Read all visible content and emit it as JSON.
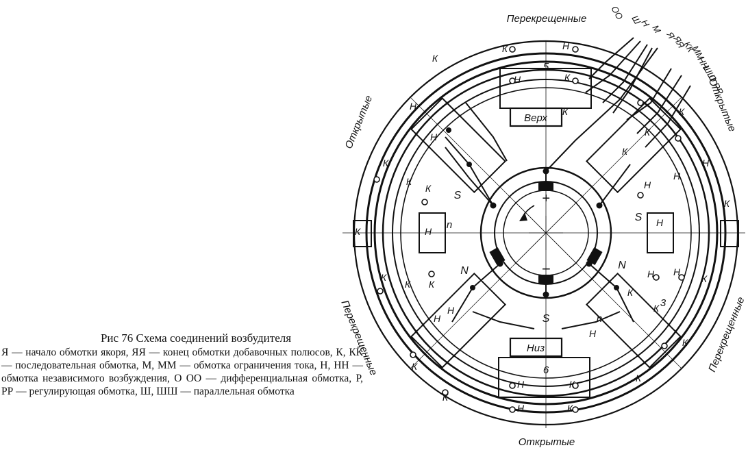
{
  "caption": {
    "title": "Рис 76 Схема соединений возбудителя",
    "body": "Я — начало обмотки якоря, ЯЯ — конец обмотки добавочных полюсов, К, КК — последовательная обмотка, М, ММ — обмотка ограничения тока, Н, НН — обмотка независимого возбуждения, О ОО — дифференциальная обмотка, Р, РР — регулирующая обмотка, Ш, ШШ — параллельная обмотка"
  },
  "diagram": {
    "labels": {
      "top": "Перекрещенные",
      "bottom": "Открытые",
      "left_upper": "Открытые",
      "right_upper": "Открытые",
      "left_lower": "Перекрещенные",
      "right_lower": "Перекрещенные",
      "box_top": "Верх",
      "box_bottom": "Низ"
    },
    "pole_numbers": [
      "5",
      "6",
      "3"
    ],
    "pole_letters": {
      "S": "S",
      "N": "N",
      "n": "n"
    },
    "brush_signs": {
      "plus": "+",
      "minus": "−"
    },
    "coil_letters": {
      "start": "Н",
      "end": "К"
    },
    "terminals": [
      "ОО",
      "Ш",
      "Н",
      "М",
      "Я",
      "ЯЯ",
      "КК",
      "ММ",
      "НН",
      "ШШ",
      "О",
      "РР"
    ]
  }
}
